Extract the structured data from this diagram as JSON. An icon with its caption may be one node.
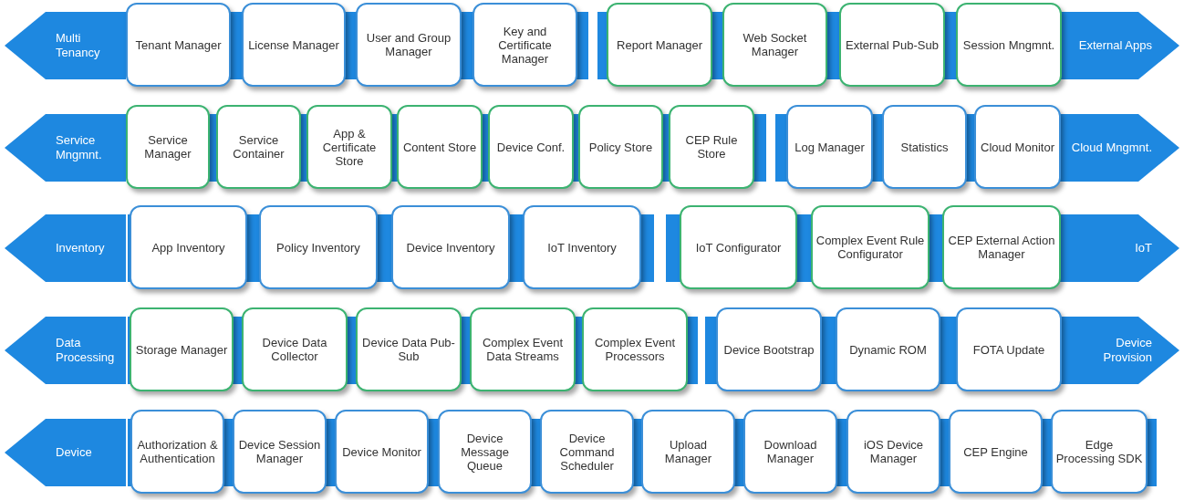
{
  "diagram": {
    "nodes": [
      {
        "text": [
          "Multi Tenancy"
        ]
      },
      {
        "text": [
          "Tenant Manager"
        ]
      },
      {
        "text": [
          "License Manager"
        ]
      },
      {
        "text": [
          "User and Group Manager"
        ]
      },
      {
        "text": [
          "Key and Certificate Manager"
        ]
      },
      {
        "text": [
          "Report Manager"
        ]
      },
      {
        "text": [
          "Web Socket Manager"
        ]
      },
      {
        "text": [
          "External Pub-Sub"
        ]
      },
      {
        "text": [
          "Session Mngmnt."
        ]
      },
      {
        "text": [
          "External Apps"
        ]
      },
      {
        "text": [
          "Service Mngmnt."
        ]
      },
      {
        "text": [
          "Service Manager"
        ]
      },
      {
        "text": [
          "Service Container"
        ]
      },
      {
        "text": [
          "App & Certificate Store"
        ]
      },
      {
        "text": [
          "Content Store"
        ]
      },
      {
        "text": [
          "Device Conf."
        ]
      },
      {
        "text": [
          "Policy Store"
        ]
      },
      {
        "text": [
          "CEP Rule Store"
        ]
      },
      {
        "text": [
          "Log Manager"
        ]
      },
      {
        "text": [
          "Statistics"
        ]
      },
      {
        "text": [
          "Cloud Monitor"
        ]
      },
      {
        "text": [
          "Cloud Mngmnt."
        ]
      },
      {
        "text": [
          "Inventory"
        ]
      },
      {
        "text": [
          "App Inventory"
        ]
      },
      {
        "text": [
          "Policy Inventory"
        ]
      },
      {
        "text": [
          "Device Inventory"
        ]
      },
      {
        "text": [
          "IoT Inventory"
        ]
      },
      {
        "text": [
          "IoT Configurator"
        ]
      },
      {
        "text": [
          "Complex Event Rule Configurator"
        ]
      },
      {
        "text": [
          "CEP External Action Manager"
        ]
      },
      {
        "text": [
          "IoT"
        ]
      },
      {
        "text": [
          "Data Processing"
        ]
      },
      {
        "text": [
          "Storage Manager"
        ]
      },
      {
        "text": [
          "Device Data Collector"
        ]
      },
      {
        "text": [
          "Device Data Pub-Sub"
        ]
      },
      {
        "text": [
          "Complex Event Data Streams"
        ]
      },
      {
        "text": [
          "Complex Event Processors"
        ]
      },
      {
        "text": [
          "Device Bootstrap"
        ]
      },
      {
        "text": [
          "Dynamic ROM"
        ]
      },
      {
        "text": [
          "FOTA Update"
        ]
      },
      {
        "text": [
          "Device Provision"
        ]
      },
      {
        "text": [
          "Device"
        ]
      },
      {
        "text": [
          "Authorization & Authentication"
        ]
      },
      {
        "text": [
          "Device Session Manager"
        ]
      },
      {
        "text": [
          "Device Monitor"
        ]
      },
      {
        "text": [
          "Device Message Queue"
        ]
      },
      {
        "text": [
          "Device Command Scheduler"
        ]
      },
      {
        "text": [
          "Upload Manager"
        ]
      },
      {
        "text": [
          "Download Manager"
        ]
      },
      {
        "text": [
          "iOS Device Manager"
        ]
      },
      {
        "text": [
          "CEP Engine"
        ]
      },
      {
        "text": [
          "Edge Processing SDK"
        ]
      }
    ]
  }
}
